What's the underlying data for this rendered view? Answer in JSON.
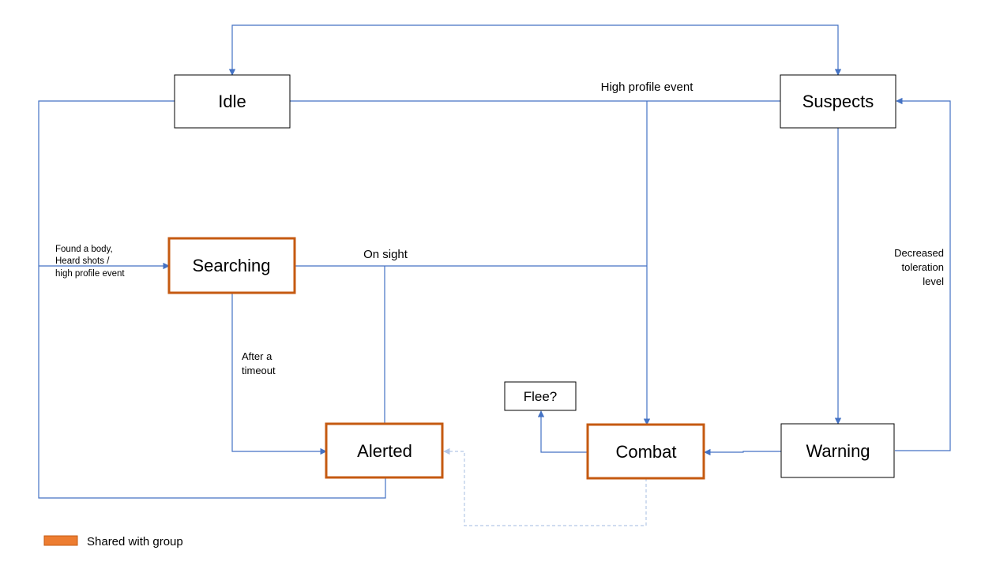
{
  "nodes": {
    "idle": "Idle",
    "suspects": "Suspects",
    "searching": "Searching",
    "alerted": "Alerted",
    "combat": "Combat",
    "warning": "Warning",
    "flee": "Flee?"
  },
  "edge_labels": {
    "high_profile_event": "High profile event",
    "found_body_1": "Found a body,",
    "found_body_2": "Heard shots /",
    "found_body_3": "high profile event",
    "on_sight": "On sight",
    "after_timeout_1": "After a",
    "after_timeout_2": "timeout",
    "decreased_1": "Decreased",
    "decreased_2": "toleration",
    "decreased_3": "level"
  },
  "legend": {
    "label": "Shared with group",
    "swatch_color": "#ed7d31"
  },
  "colors": {
    "edge": "#4472c4",
    "shared_border": "#c55a11",
    "dashed_edge": "#b4c7e7"
  }
}
